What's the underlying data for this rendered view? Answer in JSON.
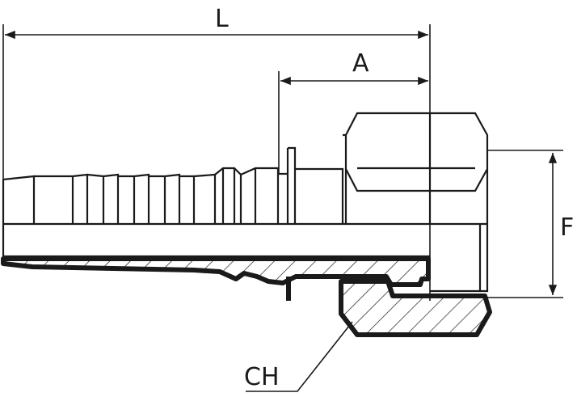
{
  "labels": {
    "length": "L",
    "a_dimension": "A",
    "f_dimension": "F",
    "ch_dimension": "CH"
  }
}
